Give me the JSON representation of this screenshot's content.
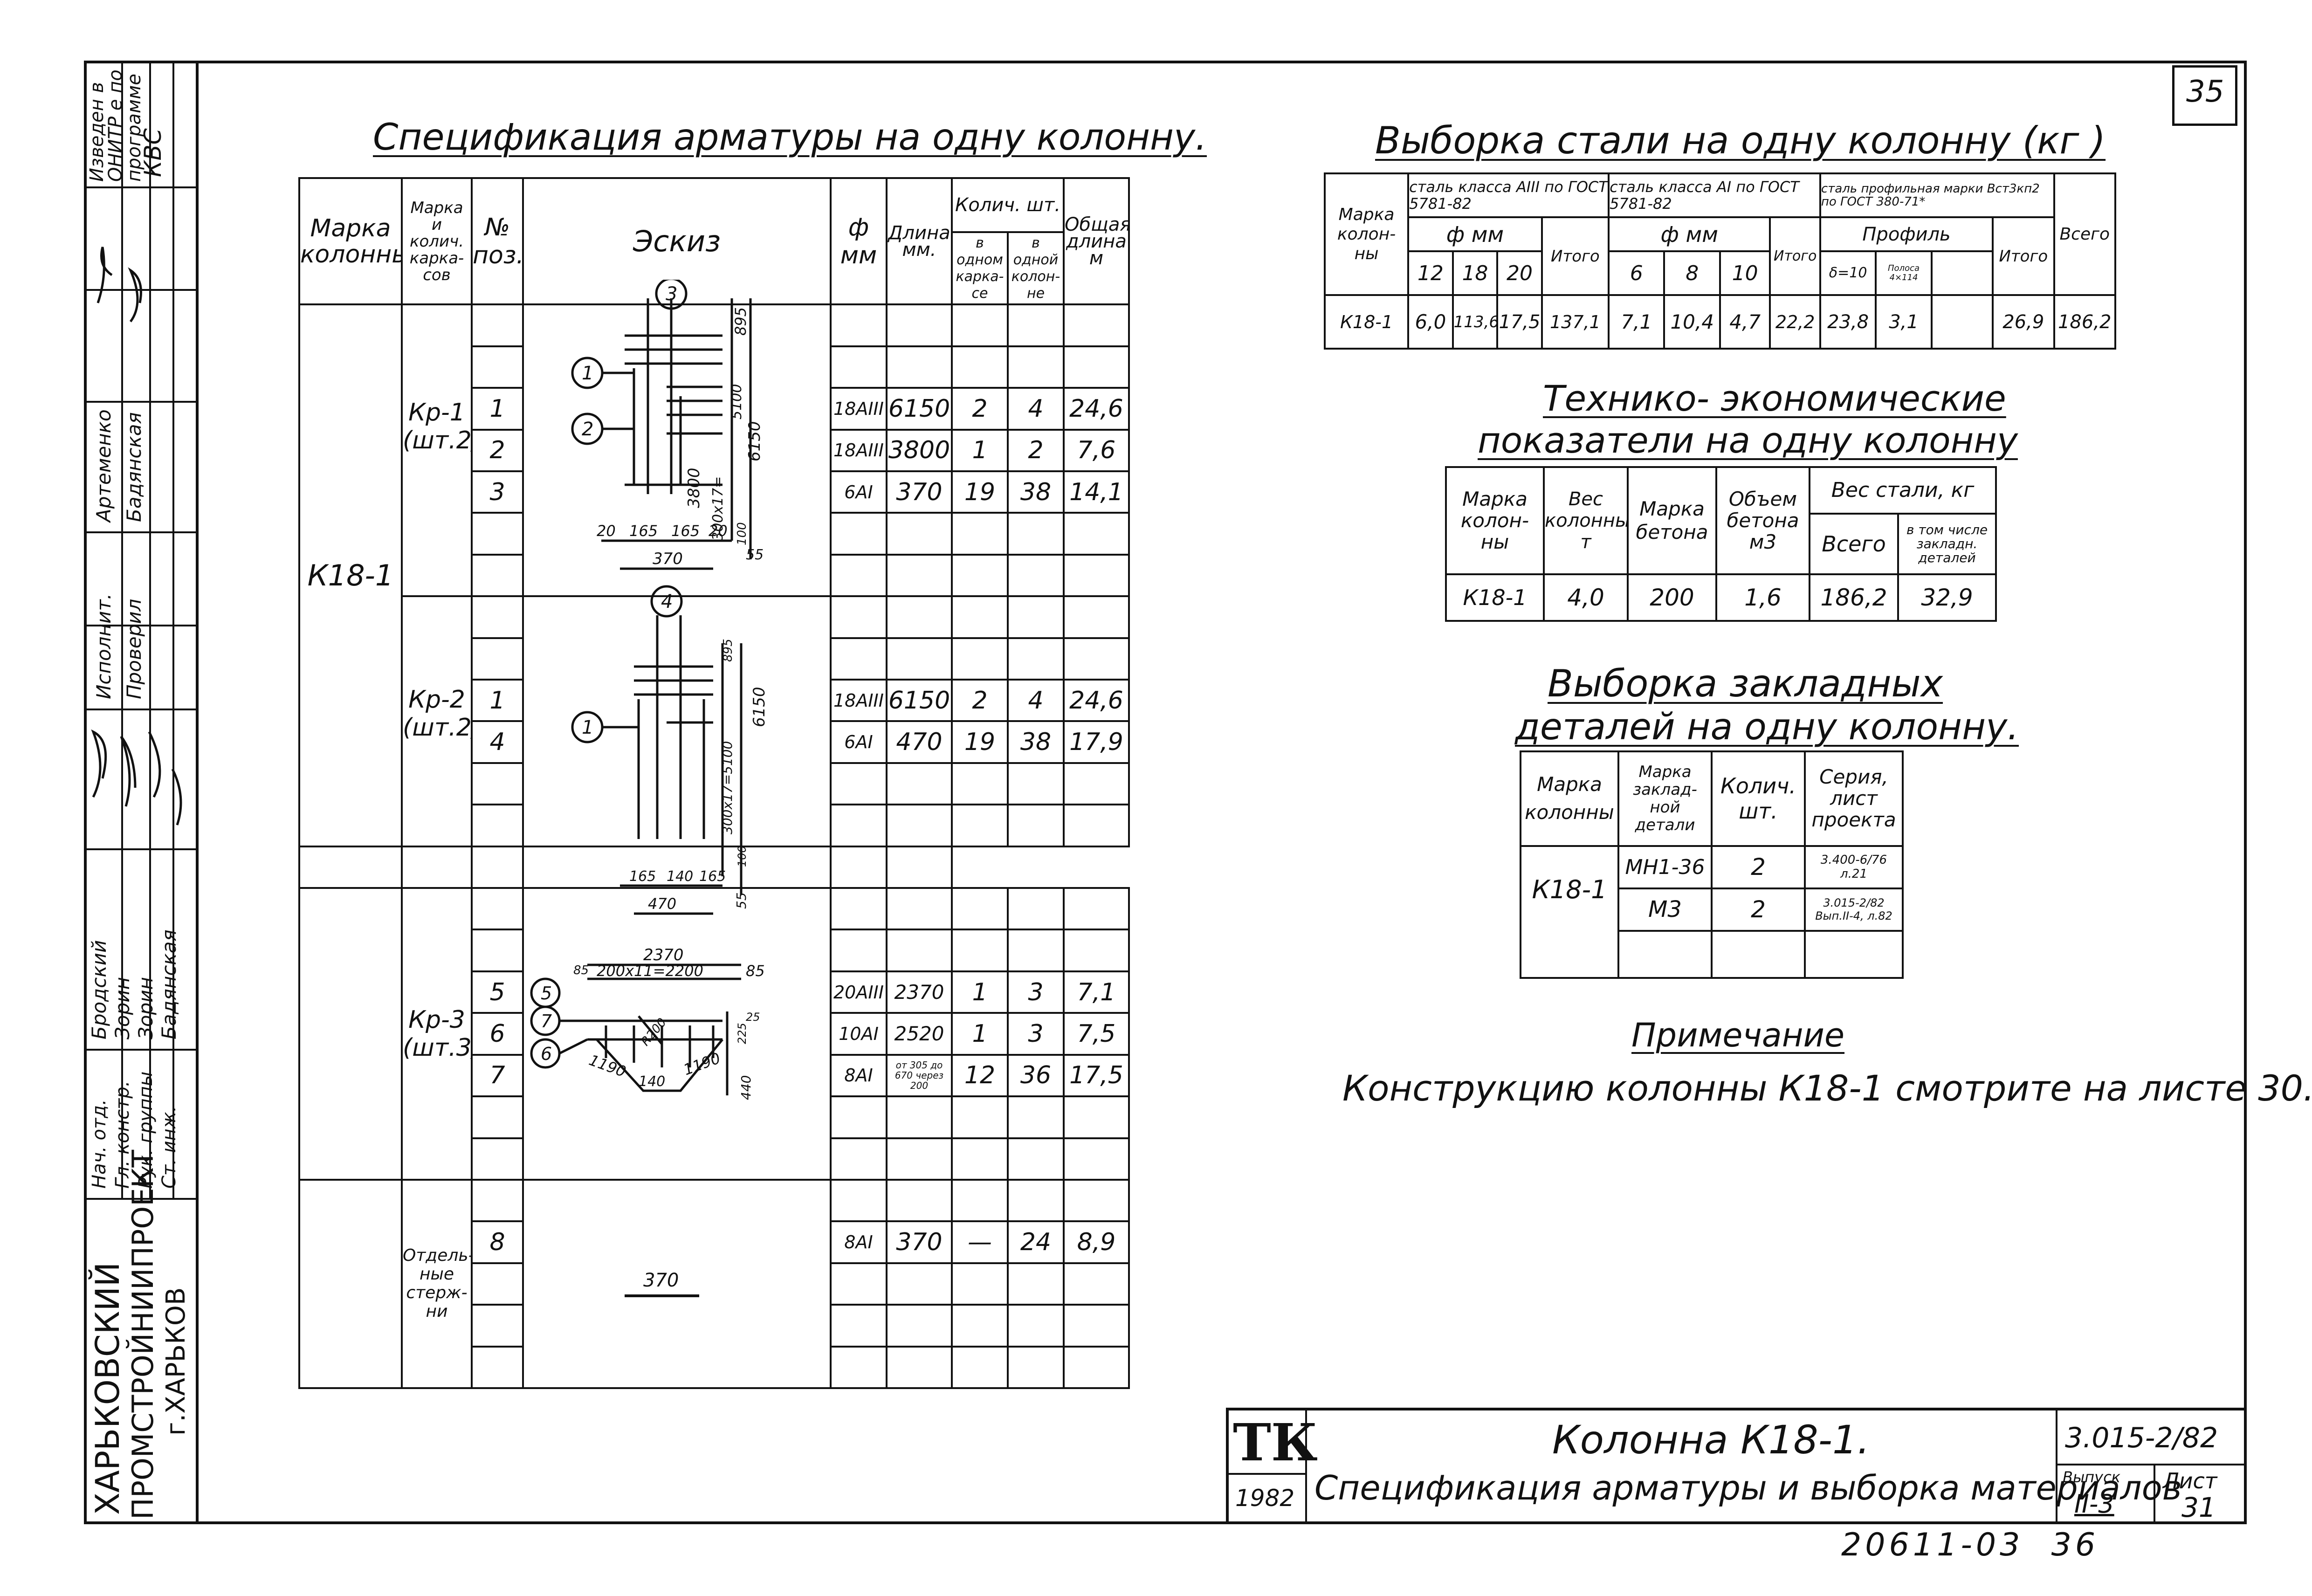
{
  "sheet_number": "35",
  "side_stamp": {
    "top_notes": [
      "Изведен в",
      "ОНИТР е по",
      "программе",
      "КВС"
    ],
    "roles": [
      "Нач. отд.",
      "Гл. констр.",
      "Рук. группы",
      "Ст. инж."
    ],
    "roles_top": [
      "Исполнит.",
      "Проверил"
    ],
    "names": [
      "Бродский",
      "Зорин",
      "Зорин",
      "Бадянская"
    ],
    "names_top": [
      "Артеменко",
      "Бадянская"
    ],
    "org": [
      "ХАРЬКОВСКИЙ",
      "ПРОМСТРОЙНИИПРОЕКТ",
      "г.ХАРЬКОВ"
    ]
  },
  "spec": {
    "title": "Спецификация арматуры на одну колонну.",
    "headers": {
      "mark": "Марка колонны",
      "frame": "Марка и колич. карка- сов",
      "pos": "№ поз.",
      "sketch": "Эскиз",
      "dia": "ф мм",
      "length": "Длина мм.",
      "count": "Колич. шт.",
      "count_frame": "в одном карка- се",
      "count_col": "в одной колон- не",
      "total": "Общая длина м"
    },
    "column_mark": "К18-1",
    "groups": [
      {
        "frame": "Кр-1",
        "qty": "(шт.2)",
        "rows": [
          {
            "pos": "1",
            "dia": "18АIII",
            "len": "6150",
            "n1": "2",
            "n2": "4",
            "total": "24,6"
          },
          {
            "pos": "2",
            "dia": "18АIII",
            "len": "3800",
            "n1": "1",
            "n2": "2",
            "total": "7,6"
          },
          {
            "pos": "3",
            "dia": "6АI",
            "len": "370",
            "n1": "19",
            "n2": "38",
            "total": "14,1"
          }
        ]
      },
      {
        "frame": "Кр-2",
        "qty": "(шт.2)",
        "rows": [
          {
            "pos": "1",
            "dia": "18АIII",
            "len": "6150",
            "n1": "2",
            "n2": "4",
            "total": "24,6"
          },
          {
            "pos": "4",
            "dia": "6АI",
            "len": "470",
            "n1": "19",
            "n2": "38",
            "total": "17,9"
          }
        ]
      },
      {
        "frame": "Кр-3",
        "qty": "(шт.3)",
        "rows": [
          {
            "pos": "5",
            "dia": "20АIII",
            "len": "2370",
            "n1": "1",
            "n2": "3",
            "total": "7,1"
          },
          {
            "pos": "6",
            "dia": "10АI",
            "len": "2520",
            "n1": "1",
            "n2": "3",
            "total": "7,5"
          },
          {
            "pos": "7",
            "dia": "8АI",
            "len": "от 305 до 670 через 200",
            "n1": "12",
            "n2": "36",
            "total": "17,5"
          }
        ]
      },
      {
        "frame": "Отдель- ные стерж- ни",
        "qty": "",
        "rows": [
          {
            "pos": "8",
            "dia": "8АI",
            "len": "370",
            "n1": "—",
            "n2": "24",
            "total": "8,9"
          }
        ]
      }
    ],
    "sketch_labels": {
      "k1": [
        "895",
        "3800",
        "5100",
        "6150",
        "300х17=",
        "100",
        "55",
        "20",
        "165",
        "165",
        "20",
        "370"
      ],
      "k2": [
        "895",
        "300х17=5100",
        "6150",
        "100",
        "55",
        "165",
        "140",
        "165",
        "470"
      ],
      "k3": [
        "2370",
        "85",
        "200х11=2200",
        "85",
        "225",
        "25",
        "1190",
        "140",
        "1190",
        "440",
        "R200"
      ],
      "bar8": "370",
      "circles": [
        "1",
        "2",
        "3",
        "1",
        "4",
        "5",
        "7",
        "6"
      ]
    }
  },
  "steel": {
    "title": "Выборка стали на одну колонну (кг )",
    "h_mark": "Марка колон- ны",
    "h_a3": "сталь класса АIII по ГОСТ 5781-82",
    "h_a1": "сталь класса АI по ГОСТ 5781-82",
    "h_prof": "сталь профильная марки Вст3кп2 по ГОСТ 380-71*",
    "h_dia": "ф мм",
    "h_profile": "Профиль",
    "h_total": "Итого",
    "h_all": "Всего",
    "cols_a3": [
      "12",
      "18",
      "20"
    ],
    "cols_a1": [
      "6",
      "8",
      "10"
    ],
    "cols_prof": [
      "δ=10",
      "Полоса 4×114"
    ],
    "row": [
      "К18-1",
      "6,0",
      "113,6",
      "17,5",
      "137,1",
      "7,1",
      "10,4",
      "4,7",
      "22,2",
      "23,8",
      "3,1",
      "",
      "26,9",
      "186,2"
    ]
  },
  "tep": {
    "title1": "Технико- экономические",
    "title2": "показатели на одну колонну",
    "headers": [
      "Марка колон- ны",
      "Вес колонны т",
      "Марка бетона",
      "Объем бетона м3",
      "Вес стали, кг",
      "Всего",
      "в том числе закладн. деталей"
    ],
    "row": [
      "К18-1",
      "4,0",
      "200",
      "1,6",
      "186,2",
      "32,9"
    ]
  },
  "embedded": {
    "title1": "Выборка закладных",
    "title2": "деталей на одну колонну.",
    "headers": [
      "Марка колонны",
      "Марка заклад- ной детали",
      "Колич. шт.",
      "Серия, лист проекта"
    ],
    "mark": "К18-1",
    "rows": [
      {
        "part": "МН1-36",
        "qty": "2",
        "series": "3.400-6/76 л.21"
      },
      {
        "part": "М3",
        "qty": "2",
        "series": "3.015-2/82 Вып.II-4, л.82"
      }
    ]
  },
  "note": {
    "title": "Примечание",
    "text": "Конструкцию колонны К18-1 смотрите на листе 30."
  },
  "titleblock": {
    "logo": "ТК",
    "year": "1982",
    "name1": "Колонна К18-1.",
    "name2": "Спецификация арматуры и выборка материалов",
    "code": "3.015-2/82",
    "issue_label": "Выпуск",
    "issue": "II-3",
    "sheet_label": "Лист",
    "sheet": "31"
  },
  "bottom_code": "20611-03  36"
}
